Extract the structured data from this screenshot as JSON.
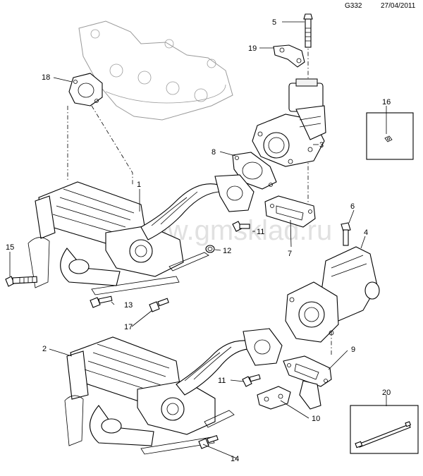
{
  "header": {
    "code": "G332",
    "date": "27/04/2011"
  },
  "watermark": "www.gmsklad.ru",
  "callouts": {
    "c1": "1",
    "c2": "2",
    "c3": "3",
    "c4": "4",
    "c5": "5",
    "c6": "6",
    "c7": "7",
    "c8": "8",
    "c9": "9",
    "c10": "10",
    "c11a": "11",
    "c11b": "11",
    "c12": "12",
    "c13": "13",
    "c14": "14",
    "c15": "15",
    "c16": "16",
    "c17": "17",
    "c18": "18",
    "c19": "19",
    "c20": "20"
  }
}
